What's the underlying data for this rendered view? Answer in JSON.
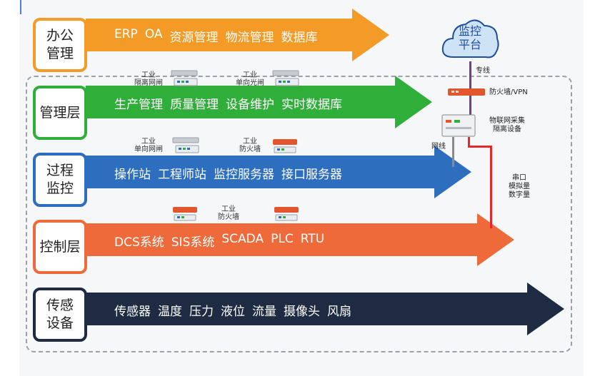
{
  "colors": {
    "office": "#f39b26",
    "management": "#2fae3a",
    "process": "#2e6ebf",
    "control": "#ef6a3a",
    "sensing": "#1e2b42",
    "cloud": "#cfe3f6",
    "link_purple": "#7a3a8c",
    "link_red": "#e5262b",
    "link_gray": "#8a8a8a"
  },
  "layers": [
    {
      "key": "office",
      "label": "办公\n管理",
      "items": [
        "ERP",
        "OA",
        "资源管理",
        "物流管理",
        "数据库"
      ]
    },
    {
      "key": "management",
      "label": "管理层",
      "items": [
        "生产管理",
        "质量管理",
        "设备维护",
        "实时数据库"
      ]
    },
    {
      "key": "process",
      "label": "过程\n监控",
      "items": [
        "操作站",
        "工程师站",
        "监控服务器",
        "接口服务器"
      ]
    },
    {
      "key": "control",
      "label": "控制层",
      "items": [
        "DCS系统",
        "SIS系统",
        "SCADA",
        "PLC",
        "RTU"
      ]
    },
    {
      "key": "sensing",
      "label": "传感\n设备",
      "items": [
        "传感器",
        "温度",
        "压力",
        "液位",
        "流量",
        "摄像头",
        "风扇"
      ]
    }
  ],
  "devices": [
    {
      "label": "工业\n隔离网闸",
      "icon": "isolation-gateway-icon"
    },
    {
      "label": "工业\n单向光闸",
      "icon": "unidirectional-gateway-icon"
    },
    {
      "label": "工业\n单向网闸",
      "icon": "unidirectional-gateway-icon"
    },
    {
      "label": "工业\n防火墙",
      "icon": "firewall-icon"
    },
    {
      "label": "工业\n防火墙",
      "icon": "firewall-icon"
    }
  ],
  "cloud": {
    "label": "监控\n平台"
  },
  "links": {
    "dedicated_line": "专线",
    "firewall_vpn": "防火墙/VPN",
    "iot_device": "物联网采集\n隔离设备",
    "network_cable": "网线",
    "signals": "串口\n模拟量\n数字量"
  }
}
